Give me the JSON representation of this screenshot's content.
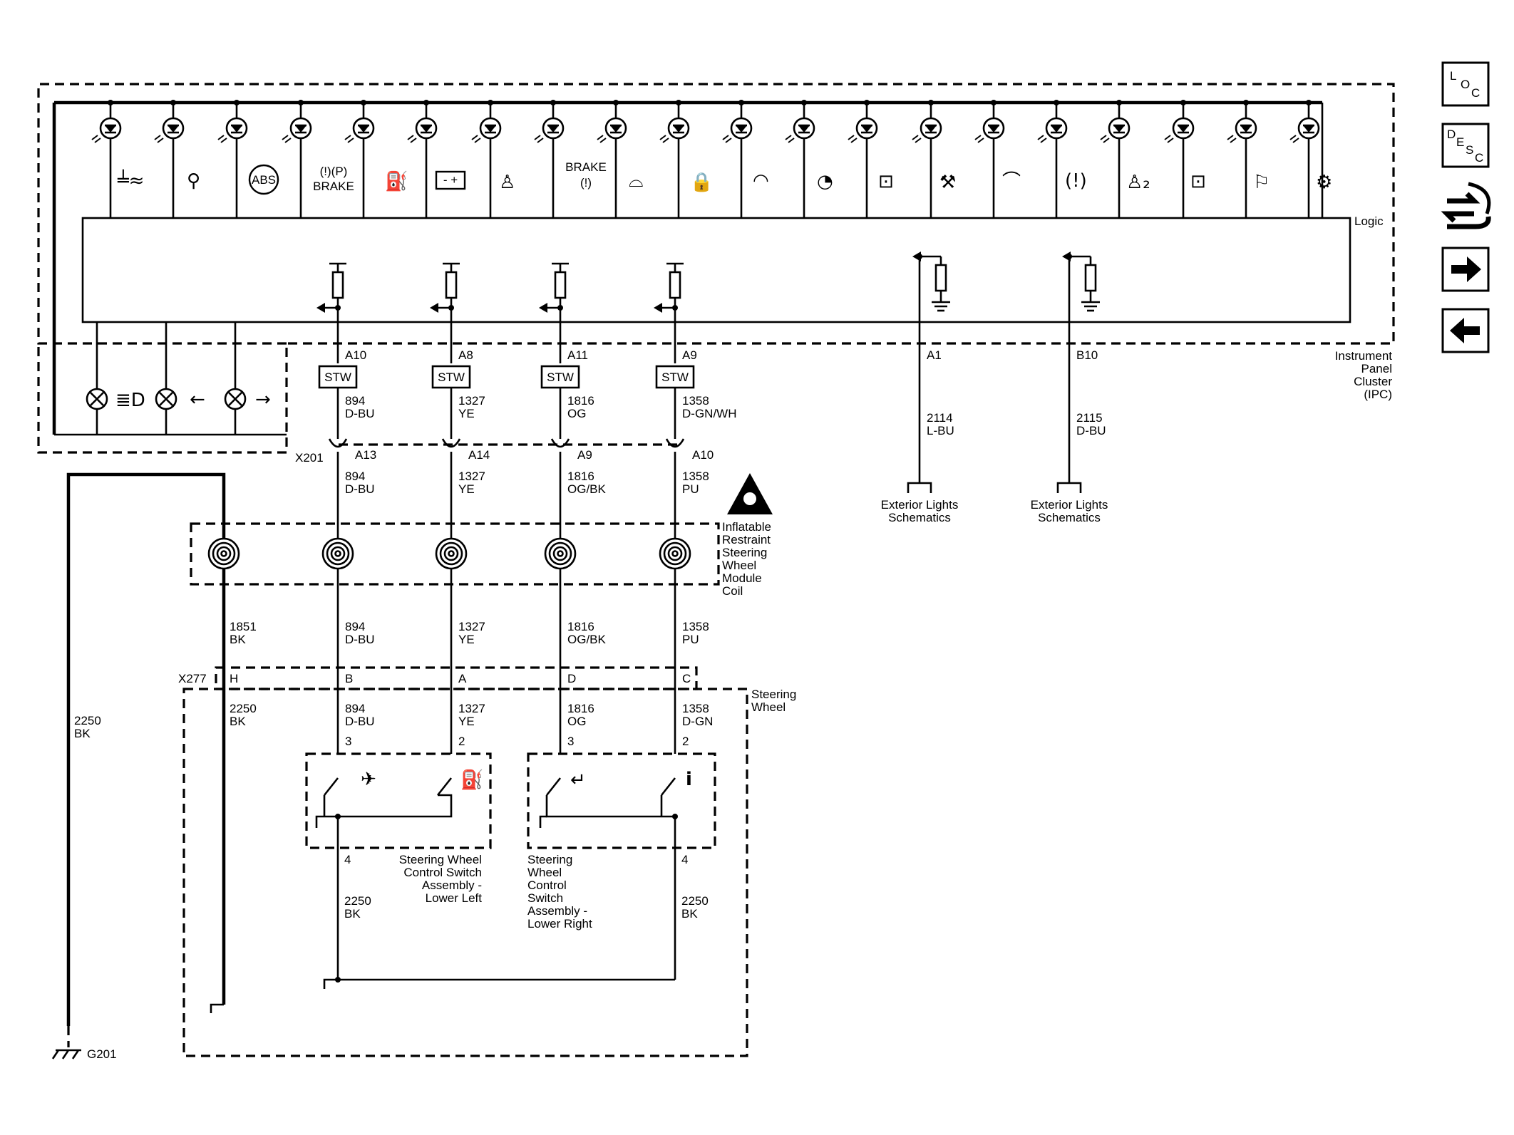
{
  "ipc": {
    "logic_label": "Logic",
    "module_label": [
      "Instrument",
      "Panel",
      "Cluster",
      "(IPC)"
    ],
    "brake_text": "BRAKE"
  },
  "nav": {
    "loc": [
      "L",
      "O",
      "C"
    ],
    "desc": [
      "D",
      "E",
      "S",
      "C"
    ]
  },
  "channels": [
    {
      "pin": "A10",
      "stw": "STW",
      "wire1": "894",
      "color1": "D-BU",
      "x201_pin": "A13",
      "wire2": "894",
      "color2": "D-BU",
      "wire3": "894",
      "color3": "D-BU",
      "x277_pin": "B",
      "wire4": "894",
      "color4": "D-BU",
      "sw_pin": "3"
    },
    {
      "pin": "A8",
      "stw": "STW",
      "wire1": "1327",
      "color1": "YE",
      "x201_pin": "A14",
      "wire2": "1327",
      "color2": "YE",
      "wire3": "1327",
      "color3": "YE",
      "x277_pin": "A",
      "wire4": "1327",
      "color4": "YE",
      "sw_pin": "2"
    },
    {
      "pin": "A11",
      "stw": "STW",
      "wire1": "1816",
      "color1": "OG",
      "x201_pin": "A9",
      "wire2": "1816",
      "color2": "OG/BK",
      "wire3": "1816",
      "color3": "OG/BK",
      "x277_pin": "D",
      "wire4": "1816",
      "color4": "OG",
      "sw_pin": "3"
    },
    {
      "pin": "A9",
      "stw": "STW",
      "wire1": "1358",
      "color1": "D-GN/WH",
      "x201_pin": "A10",
      "wire2": "1358",
      "color2": "PU",
      "wire3": "1358",
      "color3": "PU",
      "x277_pin": "C",
      "wire4": "1358",
      "color4": "D-GN",
      "sw_pin": "2"
    }
  ],
  "exterior": [
    {
      "pin": "A1",
      "wire": "2114",
      "color": "L-BU",
      "label": [
        "Exterior Lights",
        "Schematics"
      ]
    },
    {
      "pin": "B10",
      "wire": "2115",
      "color": "D-BU",
      "label": [
        "Exterior Lights",
        "Schematics"
      ]
    }
  ],
  "connectors": {
    "x201": "X201",
    "x277": "X277"
  },
  "coil": {
    "label": [
      "Inflatable",
      "Restraint",
      "Steering",
      "Wheel",
      "Module",
      "Coil"
    ],
    "ground_wire": "1851",
    "ground_color": "BK"
  },
  "steering_wheel": {
    "label": [
      "Steering",
      "Wheel"
    ],
    "x277_ground_pin": "H",
    "ground_wire": "2250",
    "ground_color": "BK"
  },
  "switch_left": {
    "label": [
      "Steering Wheel",
      "Control Switch",
      "Assembly -",
      "Lower Left"
    ],
    "pin": "4",
    "wire": "2250",
    "color": "BK"
  },
  "switch_right": {
    "label": [
      "Steering",
      "Wheel",
      "Control",
      "Switch",
      "Assembly -",
      "Lower Right"
    ],
    "pin": "4",
    "wire": "2250",
    "color": "BK"
  },
  "ground": {
    "wire": "2250",
    "color": "BK",
    "name": "G201"
  },
  "icons": [
    "washer-fluid-icon",
    "airbag-icon",
    "abs-icon",
    "park-brake-icon",
    "fuel-icon",
    "battery-icon",
    "seatbelt-icon",
    "brake-warning-icon",
    "suspension-icon",
    "security-lock-icon",
    "cruise-icon",
    "speed-icon",
    "engine-service-icon",
    "oil-service-icon",
    "oil-pressure-icon",
    "tire-pressure-icon",
    "seatbelt-2-icon",
    "check-engine-icon",
    "door-ajar-icon",
    "service-vehicle-icon"
  ]
}
